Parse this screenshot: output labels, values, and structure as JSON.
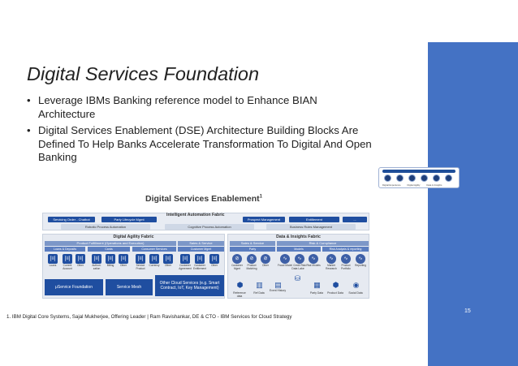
{
  "title": "Digital Services Foundation",
  "bullets": [
    "Leverage IBMs Banking reference model to Enhance BIAN Architecture",
    "Digital Services Enablement (DSE) Architecture Building Blocks Are Defined To Help Banks Accelerate Transformation To Digital And Open Banking"
  ],
  "footnote": "1. IBM Digital Core Systems, Sajal Mukherjee, Offering Leader | Ram Ravishankar, DE & CTO - IBM Services for Cloud Strategy",
  "page_number": "15",
  "thumbnail": {
    "captions": [
      "Digital Experience",
      "Digital Agility",
      "Data & Insights"
    ]
  },
  "diagram": {
    "title": "Digital Services Enablement",
    "title_sup": "1",
    "iaf": {
      "title": "Intelligent Automation Fabric",
      "row1": [
        "Servicing Order - Chatbot",
        "Party Lifecycle Mgmt",
        "Prospect Management",
        "Entitlement",
        "..."
      ],
      "row2": [
        "Robotic Process Automation",
        "Cognitive Process Automation",
        "Business Rules Management"
      ]
    },
    "agility": {
      "title": "Digital Agility Fabric",
      "band": "Product Fulfillment (Operations and Execution)",
      "band2": "Sales & Service",
      "groups": [
        "Loans & Deposits",
        "Cards",
        "Consumer Services",
        "Customer Mgmt"
      ],
      "labels": [
        "Loans",
        "Current Account",
        "Other",
        "Authori-zation",
        "Billing",
        "Other",
        "Service Product",
        "Currency",
        "Other",
        "Customer Agreement",
        "Customer Entitlement",
        "Other"
      ],
      "bottom": [
        "μService Foundation",
        "Service Mesh",
        "Other Cloud Services (e.g. Smart Contract, IoT, Key Management)"
      ]
    },
    "insights": {
      "title": "Data & Insights Fabric",
      "band": "Sales & Service",
      "band2": "Risk & Compliance",
      "groups": [
        "Party",
        "Models",
        "Risk Analysis & reporting"
      ],
      "labels": [
        "Customer Mgmt",
        "Product Matching",
        "Other",
        "Fraud Model",
        "Credit Risk",
        "Risk Models",
        "Market Research",
        "Product Portfolio",
        "Reporting"
      ],
      "bottom": [
        "Reference data",
        "Ref Data",
        "Event History",
        "Data Lake",
        "Party Data",
        "Product Data",
        "Social Data"
      ]
    }
  }
}
